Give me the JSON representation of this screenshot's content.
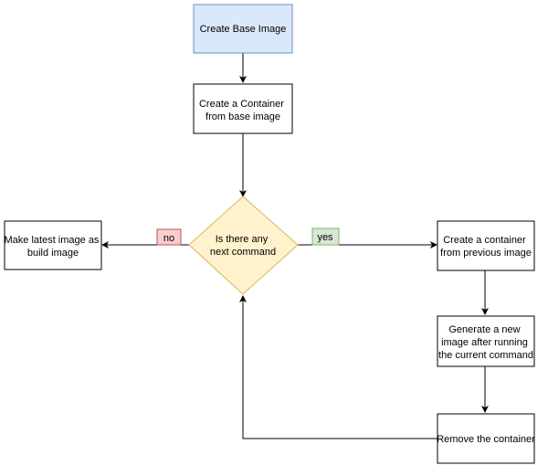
{
  "nodes": {
    "create_base_image": {
      "label": [
        "Create Base Image"
      ]
    },
    "create_container_base": {
      "label": [
        "Create a Container",
        "from base image"
      ]
    },
    "decision": {
      "label": [
        "Is there any",
        "next command"
      ]
    },
    "make_latest_image": {
      "label": [
        "Make latest image as",
        "build image"
      ]
    },
    "create_container_previous": {
      "label": [
        "Create a container",
        "from previous image"
      ]
    },
    "generate_new_image": {
      "label": [
        "Generate a new",
        "image after running",
        "the current command"
      ]
    },
    "remove_container": {
      "label": [
        "Remove the container"
      ]
    }
  },
  "edges": {
    "no_label": "no",
    "yes_label": "yes"
  },
  "colors": {
    "start_fill": "#dae8fc",
    "start_stroke": "#6c8ebf",
    "decision_fill": "#fff2cc",
    "decision_stroke": "#d6b656",
    "no_fill": "#f8cecc",
    "no_stroke": "#b85450",
    "yes_fill": "#d5e8d4",
    "yes_stroke": "#82b366",
    "line": "#000000"
  }
}
